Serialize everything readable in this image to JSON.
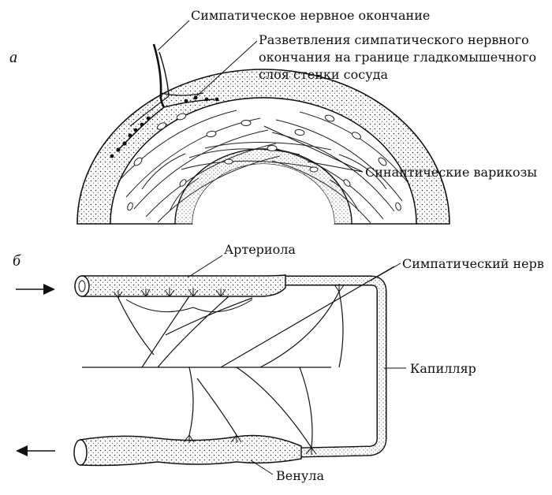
{
  "panel_a": {
    "letter": "а",
    "labels": {
      "nerve_ending": "Симпатическое нервное окончание",
      "branches_line1": "Разветвления симпатического нервного",
      "branches_line2": "окончания на границе гладкомышечного",
      "branches_line3": "слоя стенки сосуда",
      "varicosities": "Синаптические варикозы"
    }
  },
  "panel_b": {
    "letter": "б",
    "labels": {
      "arteriole": "Артериола",
      "sympathetic_nerve": "Симпатический нерв",
      "capillary": "Капилляр",
      "venule": "Венула"
    }
  },
  "colors": {
    "ink": "#111111",
    "wall": "#f4f4f2"
  }
}
